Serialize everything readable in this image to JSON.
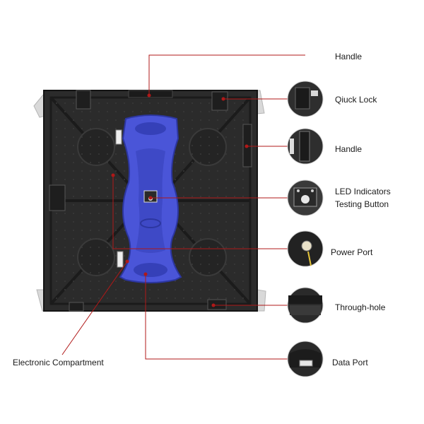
{
  "diagram": {
    "labels": {
      "handle_top": "Handle",
      "quick_lock": "Qiuck Lock",
      "handle_side": "Handle",
      "led_indicators": "LED Indicators",
      "testing_button": "Testing Button",
      "power_port": "Power Port",
      "through_hole": "Through-hole",
      "data_port": "Data Port",
      "electronic_compartment": "Electronic Compartment"
    },
    "colors": {
      "leader_line": "#b01818",
      "cabinet": "#2b2b2b",
      "cabinet_rib": "#1b1b1b",
      "compartment": "#4a55d8",
      "compartment_dark": "#3540b8",
      "background": "#ffffff"
    }
  }
}
